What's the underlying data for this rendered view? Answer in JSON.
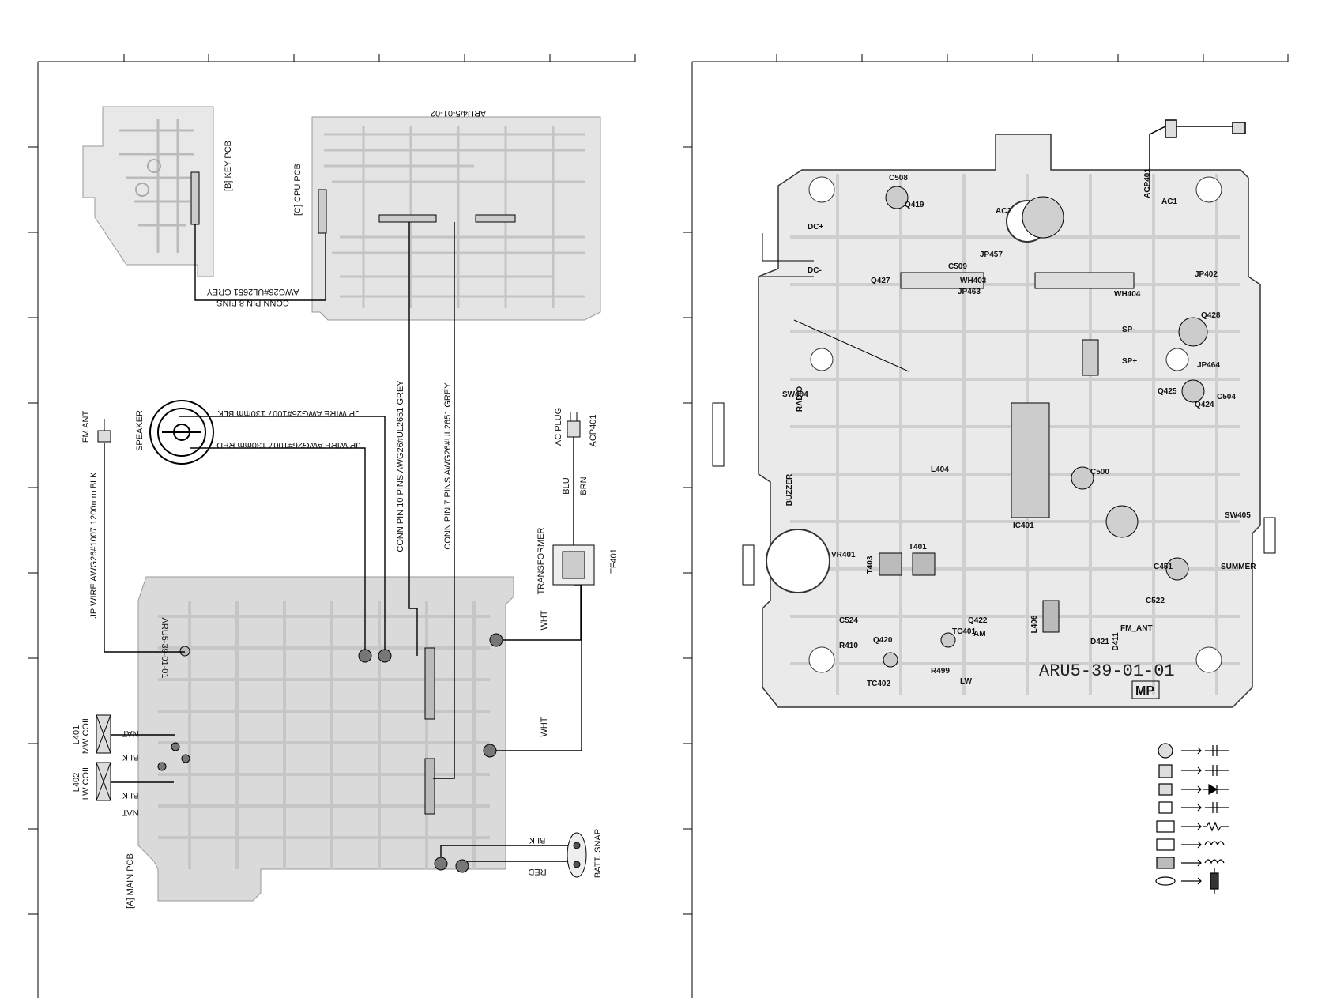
{
  "left": {
    "key_pcb": "[B] KEY PCB",
    "cpu_pcb": "[C] CPU PCB",
    "main_pcb": "[A] MAIN PCB",
    "conn8": "CONN PIN 8 PINS",
    "conn8_wire": "AWG26#UL2651 GREY",
    "conn10": "CONN PIN 10 PINS AWG26#UL2651 GREY",
    "conn7": "CONN PIN 7 PINS AWG26#UL2651 GREY",
    "speaker": "SPEAKER",
    "jp_blk": "JP WIRE AWG26#1007 130mm BLK",
    "jp_red": "JP WIRE AWG26#1007 130mm RED",
    "fm_ant": "FM ANT",
    "fm_wire": "JP WIRE AWG26#1007 1200mm BLK",
    "ac_plug": "AC PLUG",
    "acp": "ACP401",
    "blu": "BLU",
    "brn": "BRN",
    "transformer": "TRANSFORMER",
    "tf": "TF401",
    "wht1": "WHT",
    "wht2": "WHT",
    "l401": "L401",
    "mw_coil": "MW COIL",
    "l402": "L402",
    "lw_coil": "LW COIL",
    "nat1": "NAT",
    "blk1": "BLK",
    "blk2": "BLK",
    "nat2": "NAT",
    "blk3": "BLK",
    "red": "RED",
    "batt": "BATT. SNAP",
    "board_code_cpu": "ARU4/5-01-02",
    "board_code_main": "ARU5-39-01-01"
  },
  "right": {
    "board_id": "ARU5-39-01-01",
    "mp": "MP",
    "radio": "RADIO",
    "buzzer": "BUZZER",
    "summer": "SUMMER",
    "sw404": "SW404",
    "sw405": "SW405",
    "vr401": "VR401",
    "t401": "T401",
    "t403": "T403",
    "ic401": "IC401",
    "fm_ant": "FM_ANT",
    "am": "AM",
    "lw": "LW",
    "ac1": "AC1",
    "ac2": "AC2",
    "acp401": "ACP401",
    "dc_plus": "DC+",
    "dc_minus": "DC-",
    "wh403": "WH403",
    "wh404": "WH404",
    "jp457": "JP457",
    "jp463": "JP463",
    "jp402": "JP402",
    "jp464": "JP464",
    "tc401": "TC401",
    "tc402": "TC402",
    "q420": "Q420",
    "q422": "Q422",
    "q428": "Q428",
    "q425": "Q425",
    "q424": "Q424",
    "q427": "Q427",
    "q419": "Q419",
    "c509": "C509",
    "c508": "C508",
    "c504": "C504",
    "c500": "C500",
    "c522": "C522",
    "c451": "C451",
    "c524": "C524",
    "r410": "R410",
    "r499": "R499",
    "l406": "L406",
    "l404": "L404",
    "d421": "D421",
    "d411": "D411",
    "sp_plus": "SP+",
    "sp_minus": "SP-"
  },
  "legend": {
    "items": [
      "trimmer capacitor",
      "variable capacitor",
      "diode",
      "capacitor",
      "resistor",
      "coil",
      "transformer",
      "battery"
    ]
  }
}
